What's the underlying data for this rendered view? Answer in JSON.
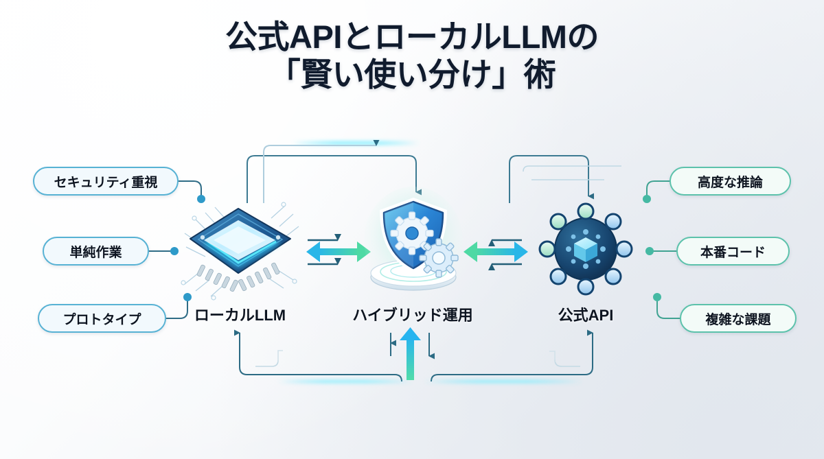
{
  "title": {
    "line1": "公式APIとローカルLLMの",
    "line2": "「賢い使い分け」術"
  },
  "colors": {
    "title_text": "#101b2d",
    "pill_blue_border": "#57b2d4",
    "pill_blue_fill": "#f2f9fd",
    "pill_teal_border": "#5cc2ab",
    "pill_teal_fill": "#f3fbf8",
    "connector_line": "#2f6c86",
    "connector_dot_blue": "#2e9ac9",
    "connector_dot_teal": "#45b9a3",
    "flow_arrow": "#2c6b84",
    "gradient_arrow_start": "#29b6e8",
    "gradient_arrow_end": "#4ed9a4",
    "glow_cyan": "#4fe4ff",
    "background_light": "#fefeff",
    "background_dark": "#e4e8ee"
  },
  "nodes": [
    {
      "id": "local-llm",
      "label": "ローカルLLM",
      "icon": "cpu-chip-icon"
    },
    {
      "id": "hybrid",
      "label": "ハイブリッド運用",
      "icon": "shield-gears-icon"
    },
    {
      "id": "official-api",
      "label": "公式API",
      "icon": "api-network-hub-icon"
    }
  ],
  "left_tags": [
    {
      "id": "security",
      "label": "セキュリティ重視"
    },
    {
      "id": "simple-task",
      "label": "単純作業"
    },
    {
      "id": "prototype",
      "label": "プロトタイプ"
    }
  ],
  "right_tags": [
    {
      "id": "advanced-reasoning",
      "label": "高度な推論"
    },
    {
      "id": "production-code",
      "label": "本番コード"
    },
    {
      "id": "complex-problem",
      "label": "複雑な課題"
    }
  ]
}
